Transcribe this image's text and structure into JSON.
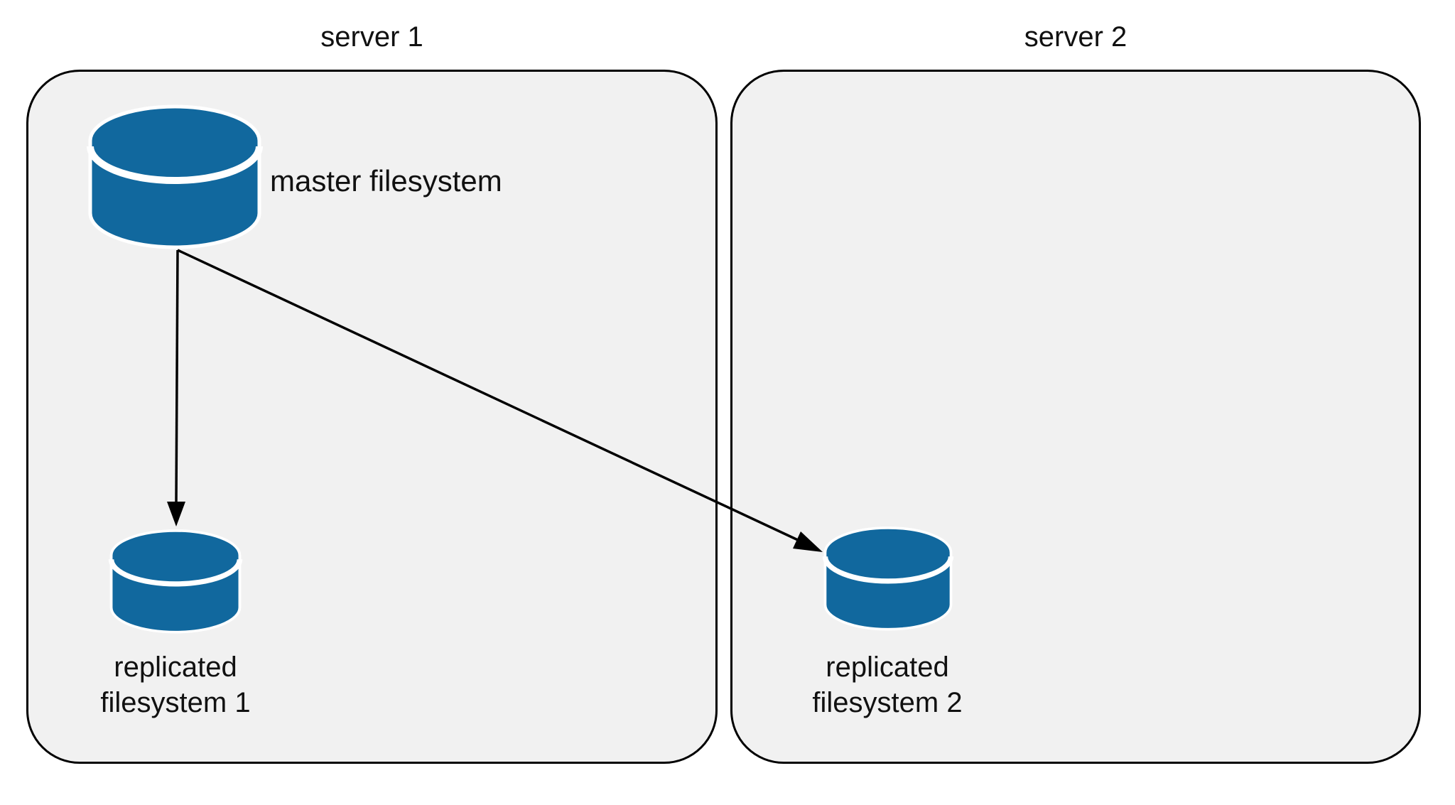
{
  "colors": {
    "database_blue": "#11689E",
    "cylinder_highlight": "#FFFFFF",
    "box_fill": "#F1F1F1",
    "box_border": "#000000",
    "arrow_color": "#000000",
    "text_color": "#111111",
    "background": "#FFFFFF"
  },
  "servers": [
    {
      "title": "server 1",
      "nodes": [
        {
          "id": "master",
          "label": "master filesystem",
          "icon": "database-icon"
        },
        {
          "id": "replica1",
          "label_lines": [
            "replicated",
            "filesystem 1"
          ],
          "icon": "database-icon"
        }
      ]
    },
    {
      "title": "server 2",
      "nodes": [
        {
          "id": "replica2",
          "label_lines": [
            "replicated",
            "filesystem 2"
          ],
          "icon": "database-icon"
        }
      ]
    }
  ],
  "edges": [
    {
      "from": "master filesystem",
      "to": "replicated filesystem 1",
      "type": "arrow"
    },
    {
      "from": "master filesystem",
      "to": "replicated filesystem 2",
      "type": "arrow"
    }
  ]
}
